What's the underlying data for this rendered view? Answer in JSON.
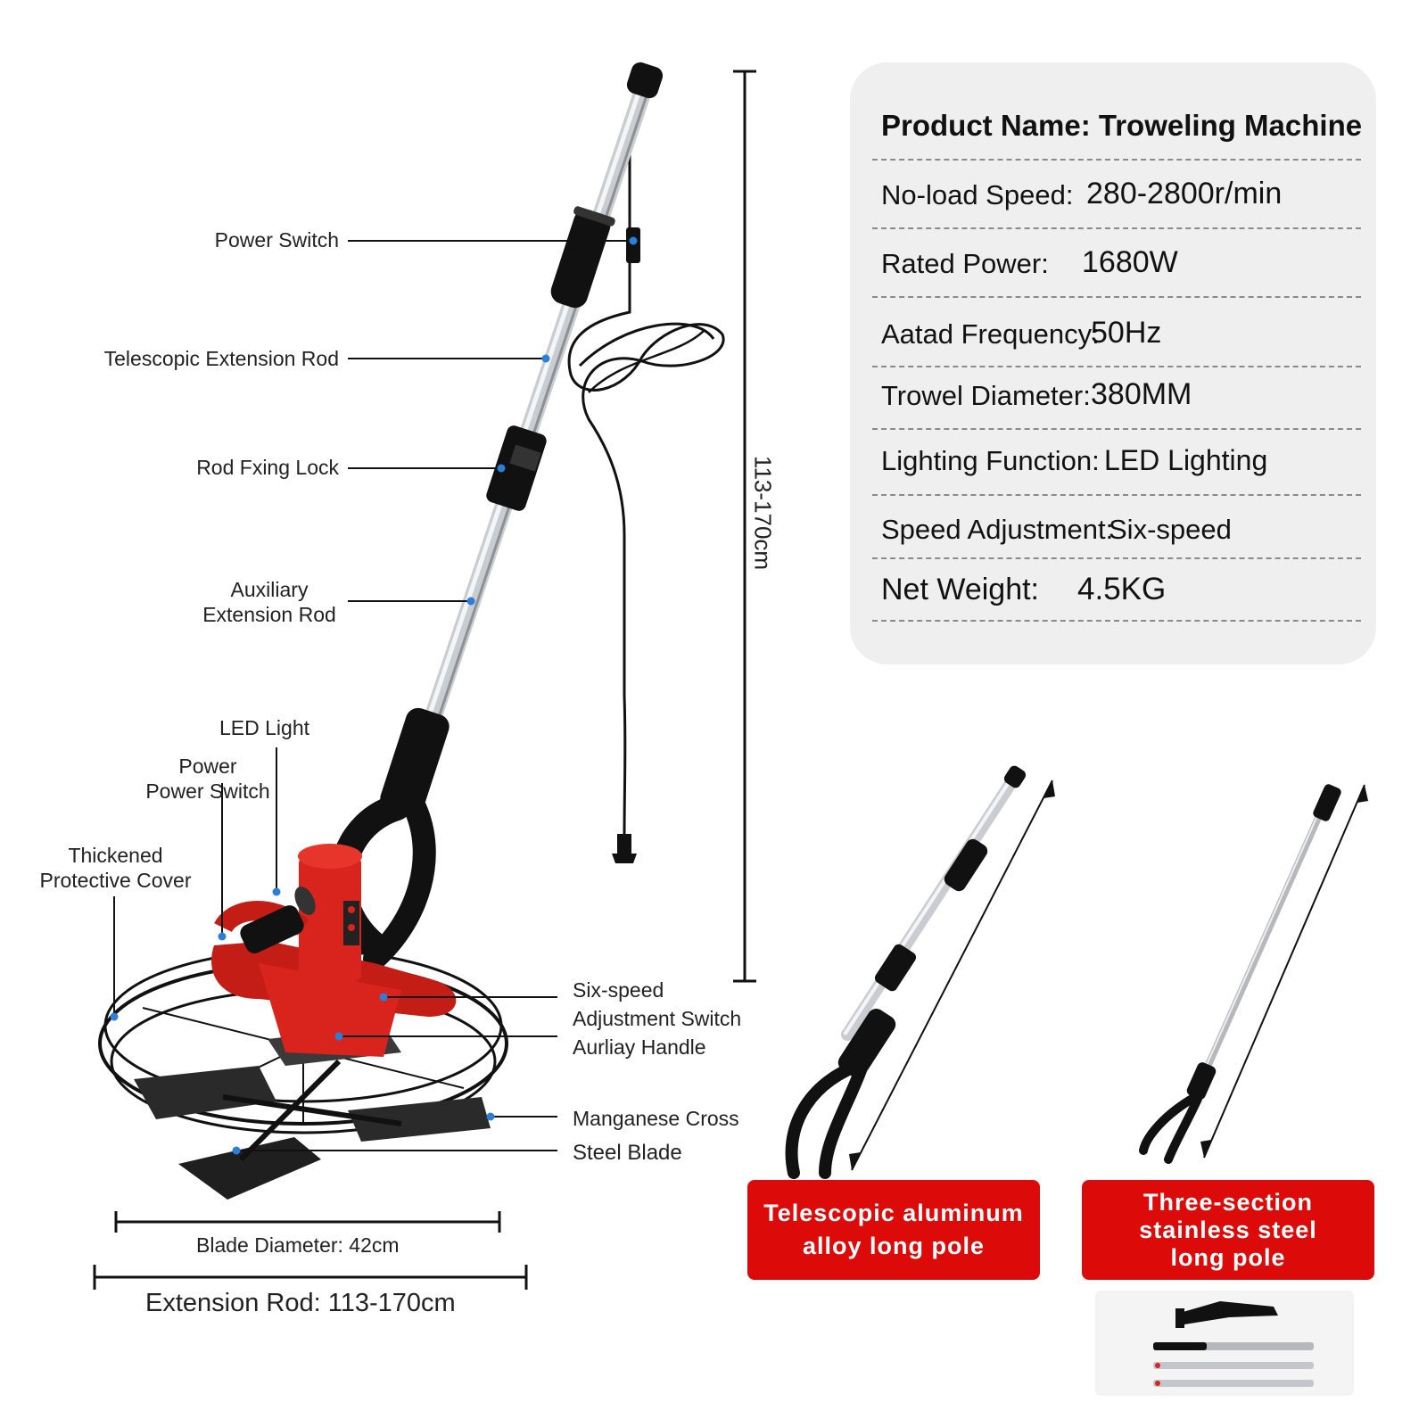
{
  "callouts": {
    "power_switch_top": "Power Switch",
    "telescopic_rod": "Telescopic Extension Rod",
    "rod_fixing_lock": "Rod Fxing Lock",
    "auxiliary_rod_line1": "Auxiliary",
    "auxiliary_rod_line2": "Extension Rod",
    "led_light": "LED Light",
    "power_switch_line1": "Power",
    "power_switch_line2": "Power Switch",
    "cover_line1": "Thickened",
    "cover_line2": "Protective Cover",
    "six_speed_line1": "Six-speed",
    "six_speed_line2": "Adjustment Switch",
    "aux_handle": "Aurliay Handle",
    "manganese_cross": "Manganese Cross",
    "steel_blade": "Steel Blade"
  },
  "dimensions": {
    "height_range": "113-170cm",
    "blade_diameter": "Blade Diameter:  42cm",
    "extension_rod": "Extension Rod:  113-170cm"
  },
  "specs": {
    "title": "Product Name: Troweling Machine",
    "rows": [
      {
        "label": "No-load Speed:",
        "value": "280-2800r/min"
      },
      {
        "label": "Rated Power:",
        "value": "1680W"
      },
      {
        "label": "Aatad Frequency:",
        "value": "50Hz"
      },
      {
        "label": "Trowel Diameter:",
        "value": "380MM"
      },
      {
        "label": "Lighting Function:",
        "value": "LED Lighting"
      },
      {
        "label": "Speed Adjustment:",
        "value": "Six-speed"
      },
      {
        "label": "Net Weight:",
        "value": "4.5KG"
      }
    ]
  },
  "pole_options": [
    {
      "label": "Telescopic aluminum\nalloy long pole"
    },
    {
      "label": "Three-section\nstainless steel\nlong pole"
    }
  ],
  "colors": {
    "accent_red": "#dd0a0a",
    "machine_red": "#d8241c",
    "card_bg": "#efefef",
    "marker_blue": "#2b7fd9"
  }
}
